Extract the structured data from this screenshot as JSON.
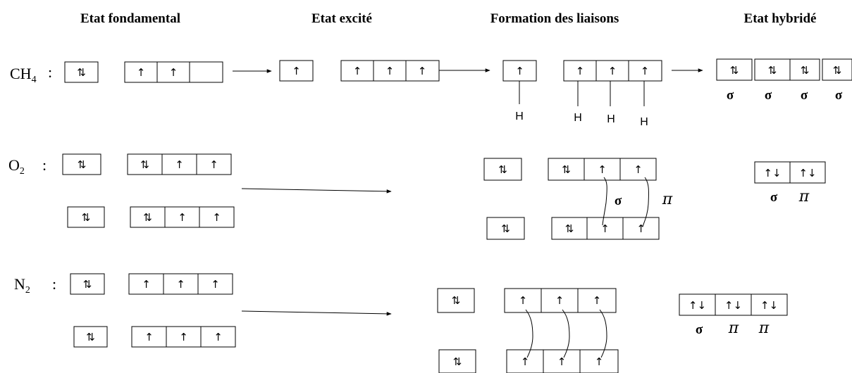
{
  "headers": {
    "ground": "Etat fondamental",
    "excited": "Etat excité",
    "bonding": "Formation des liaisons",
    "hybrid": "Etat hybridé"
  },
  "ch4": {
    "name": "CH",
    "sub": "4",
    "colon": ":",
    "ground_s": "⇅",
    "ground_p": [
      "↑",
      "↑",
      ""
    ],
    "excited_s": "↑",
    "excited_p": [
      "↑",
      "↑",
      "↑"
    ],
    "bond_s": "↑",
    "bond_p": [
      "↑",
      "↑",
      "↑"
    ],
    "h": [
      "H",
      "H",
      "H",
      "H"
    ],
    "hybrid": [
      "⇅",
      "⇅",
      "⇅",
      "⇅"
    ],
    "hybrid_labels": [
      "σ",
      "σ",
      "σ",
      "σ"
    ]
  },
  "o2": {
    "name": "O",
    "sub": "2",
    "colon": ":",
    "atom1_s": "⇅",
    "atom1_p": [
      "⇅",
      "↑",
      "↑"
    ],
    "atom2_s": "⇅",
    "atom2_p": [
      "⇅",
      "↑",
      "↑"
    ],
    "bond_top_s": "⇅",
    "bond_top_p": [
      "⇅",
      "↑",
      "↑"
    ],
    "bond_bot_s": "⇅",
    "bond_bot_p": [
      "⇅",
      "↑",
      "↑"
    ],
    "bond_labels": [
      "σ",
      "π"
    ],
    "hybrid": [
      "↑↓",
      "↑↓"
    ],
    "hybrid_labels": [
      "σ",
      "π"
    ]
  },
  "n2": {
    "name": "N",
    "sub": "2",
    "colon": ":",
    "atom1_s": "⇅",
    "atom1_p": [
      "↑",
      "↑",
      "↑"
    ],
    "atom2_s": "⇅",
    "atom2_p": [
      "↑",
      "↑",
      "↑"
    ],
    "bond_top_s": "⇅",
    "bond_top_p": [
      "↑",
      "↑",
      "↑"
    ],
    "bond_bot_s": "⇅",
    "bond_bot_p": [
      "↑",
      "↑",
      "↑"
    ],
    "hybrid": [
      "↑↓",
      "↑↓",
      "↑↓"
    ],
    "hybrid_labels": [
      "σ",
      "π",
      "π"
    ]
  }
}
